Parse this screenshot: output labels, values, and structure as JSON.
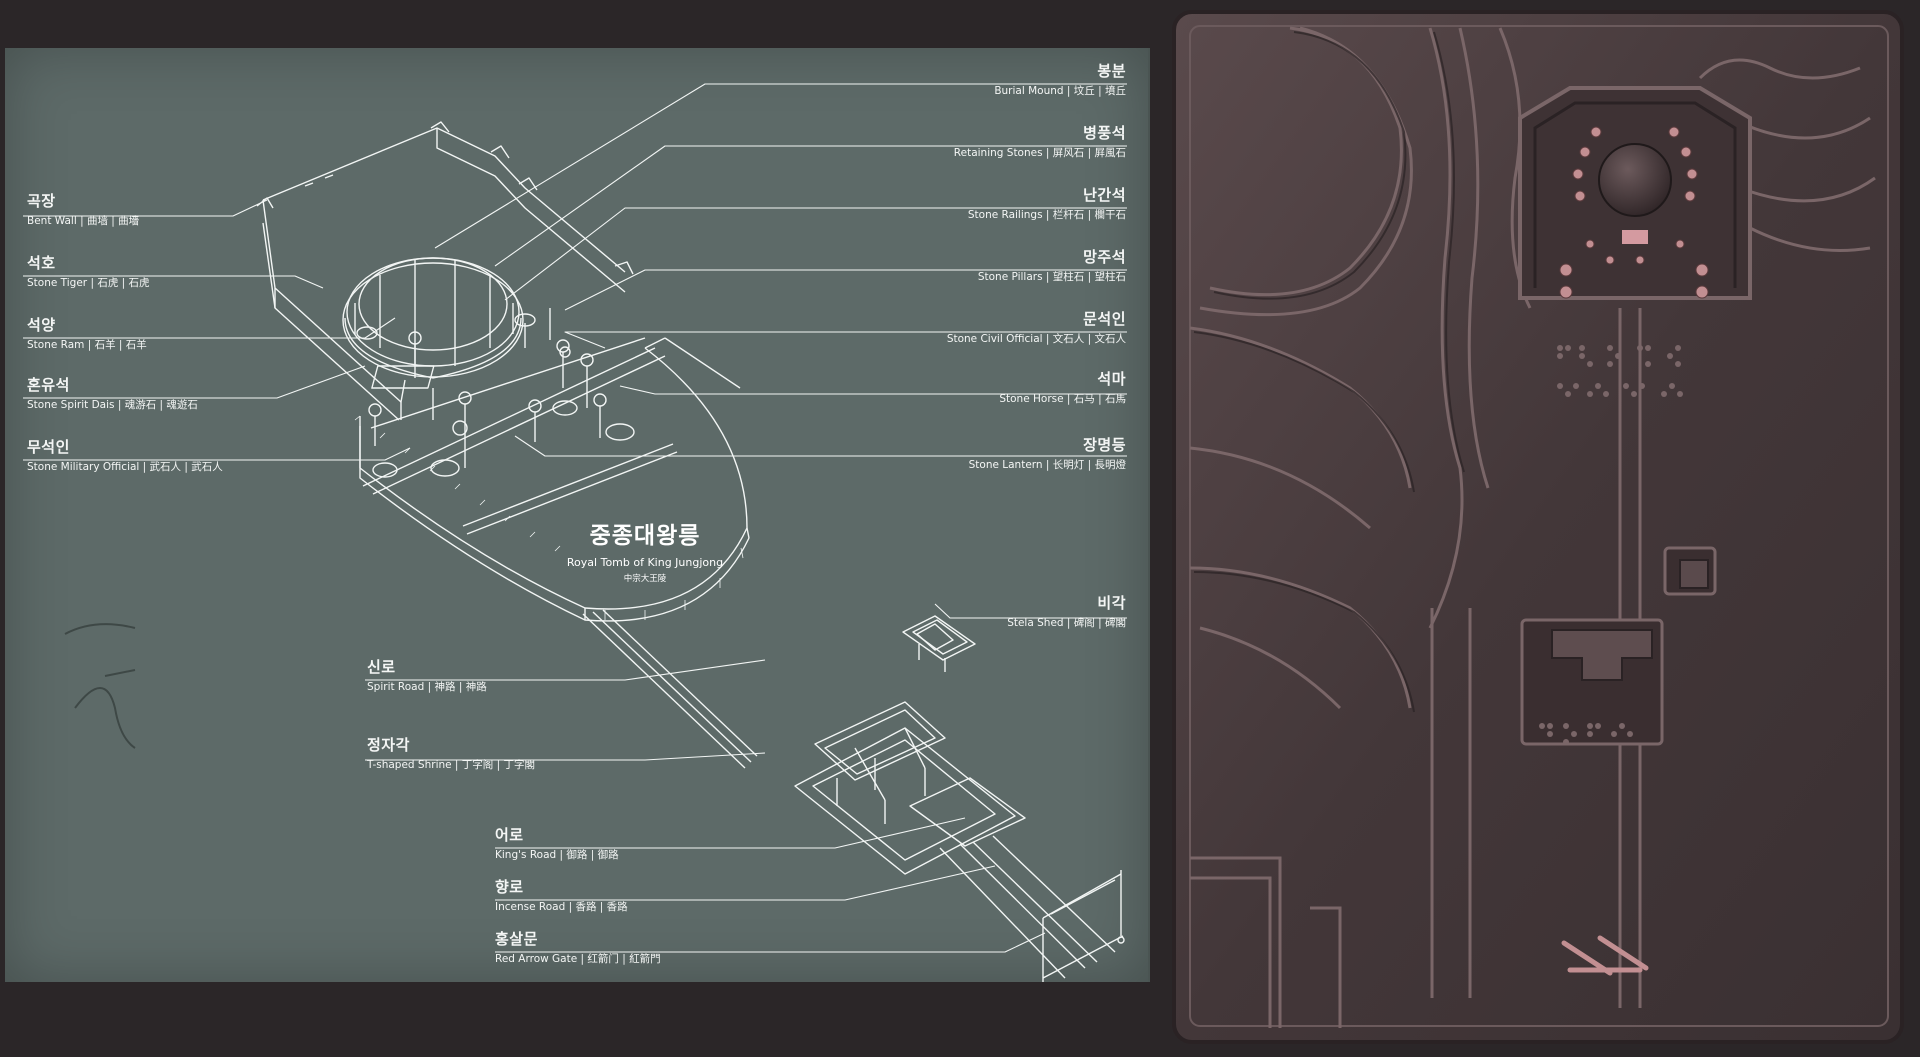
{
  "title": {
    "ko": "중종대왕릉",
    "en": "Royal Tomb of King Jungjong",
    "zh": "中宗大王陵"
  },
  "labels_left": [
    {
      "key": "bent-wall",
      "ko": "곡장",
      "en": "Bent Wall | 曲墙 | 曲墻"
    },
    {
      "key": "stone-tiger",
      "ko": "석호",
      "en": "Stone Tiger | 石虎 | 石虎"
    },
    {
      "key": "stone-ram",
      "ko": "석양",
      "en": "Stone Ram | 石羊 | 石羊"
    },
    {
      "key": "stone-spirit-dais",
      "ko": "혼유석",
      "en": "Stone Spirit Dais | 魂游石 | 魂遊石"
    },
    {
      "key": "stone-military-official",
      "ko": "무석인",
      "en": "Stone Military Official | 武石人 | 武石人"
    }
  ],
  "labels_right": [
    {
      "key": "burial-mound",
      "ko": "봉분",
      "en": "Burial Mound | 坟丘 | 墳丘"
    },
    {
      "key": "retaining-stones",
      "ko": "병풍석",
      "en": "Retaining Stones | 屏风石 | 屛風石"
    },
    {
      "key": "stone-railings",
      "ko": "난간석",
      "en": "Stone Railings | 栏杆石 | 欄干石"
    },
    {
      "key": "stone-pillars",
      "ko": "망주석",
      "en": "Stone Pillars | 望柱石 | 望柱石"
    },
    {
      "key": "stone-civil-official",
      "ko": "문석인",
      "en": "Stone Civil Official | 文石人 | 文石人"
    },
    {
      "key": "stone-horse",
      "ko": "석마",
      "en": "Stone Horse | 石马 | 石馬"
    },
    {
      "key": "stone-lantern",
      "ko": "장명등",
      "en": "Stone Lantern | 长明灯 | 長明燈"
    },
    {
      "key": "stela-shed",
      "ko": "비각",
      "en": "Stela Shed | 碑阁 | 碑閣"
    }
  ],
  "labels_lower": [
    {
      "key": "spirit-road",
      "ko": "신로",
      "en": "Spirit Road | 神路 | 神路"
    },
    {
      "key": "t-shaped-shrine",
      "ko": "정자각",
      "en": "T-shaped Shrine | 丁字阁 | 丁字閣"
    },
    {
      "key": "kings-road",
      "ko": "어로",
      "en": "King's Road | 御路 | 御路"
    },
    {
      "key": "incense-road",
      "ko": "향로",
      "en": "Incense Road | 香路 | 香路"
    },
    {
      "key": "red-arrow-gate",
      "ko": "홍살문",
      "en": "Red Arrow Gate | 红箭门 | 紅箭門"
    }
  ],
  "colors": {
    "panel": "#5d6a68",
    "line": "#f2f5f4",
    "bronze": "#4a3c3e",
    "bronze_light": "#7a6668",
    "pin": "#c28f92"
  }
}
